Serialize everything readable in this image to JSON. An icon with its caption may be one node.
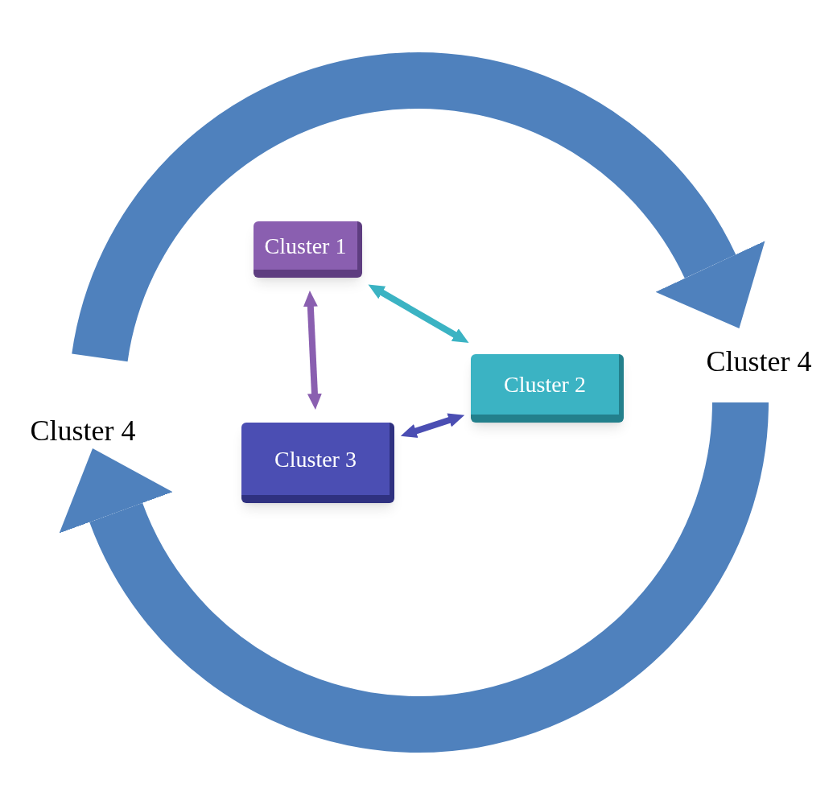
{
  "diagram": {
    "nodes": [
      {
        "text": [
          "Cluster 1"
        ]
      },
      {
        "text": [
          "Cluster 2"
        ]
      },
      {
        "text": [
          "Cluster 3"
        ]
      },
      {
        "text": [
          "Cluster 4"
        ]
      },
      {
        "text": [
          "Cluster 4"
        ]
      }
    ],
    "edges": [
      {
        "from": 0,
        "to": 1,
        "arrow": "both",
        "color": "#3bb3c3"
      },
      {
        "from": 0,
        "to": 2,
        "arrow": "both",
        "color": "#8a5fb0"
      },
      {
        "from": 2,
        "to": 1,
        "arrow": "both",
        "color": "#4b4eb3"
      },
      {
        "from": 3,
        "to": 4,
        "arrow": "to",
        "style": "thick",
        "color": "#4f81bd"
      },
      {
        "from": 4,
        "to": 3,
        "arrow": "to",
        "style": "thick",
        "color": "#4f81bd"
      }
    ]
  }
}
